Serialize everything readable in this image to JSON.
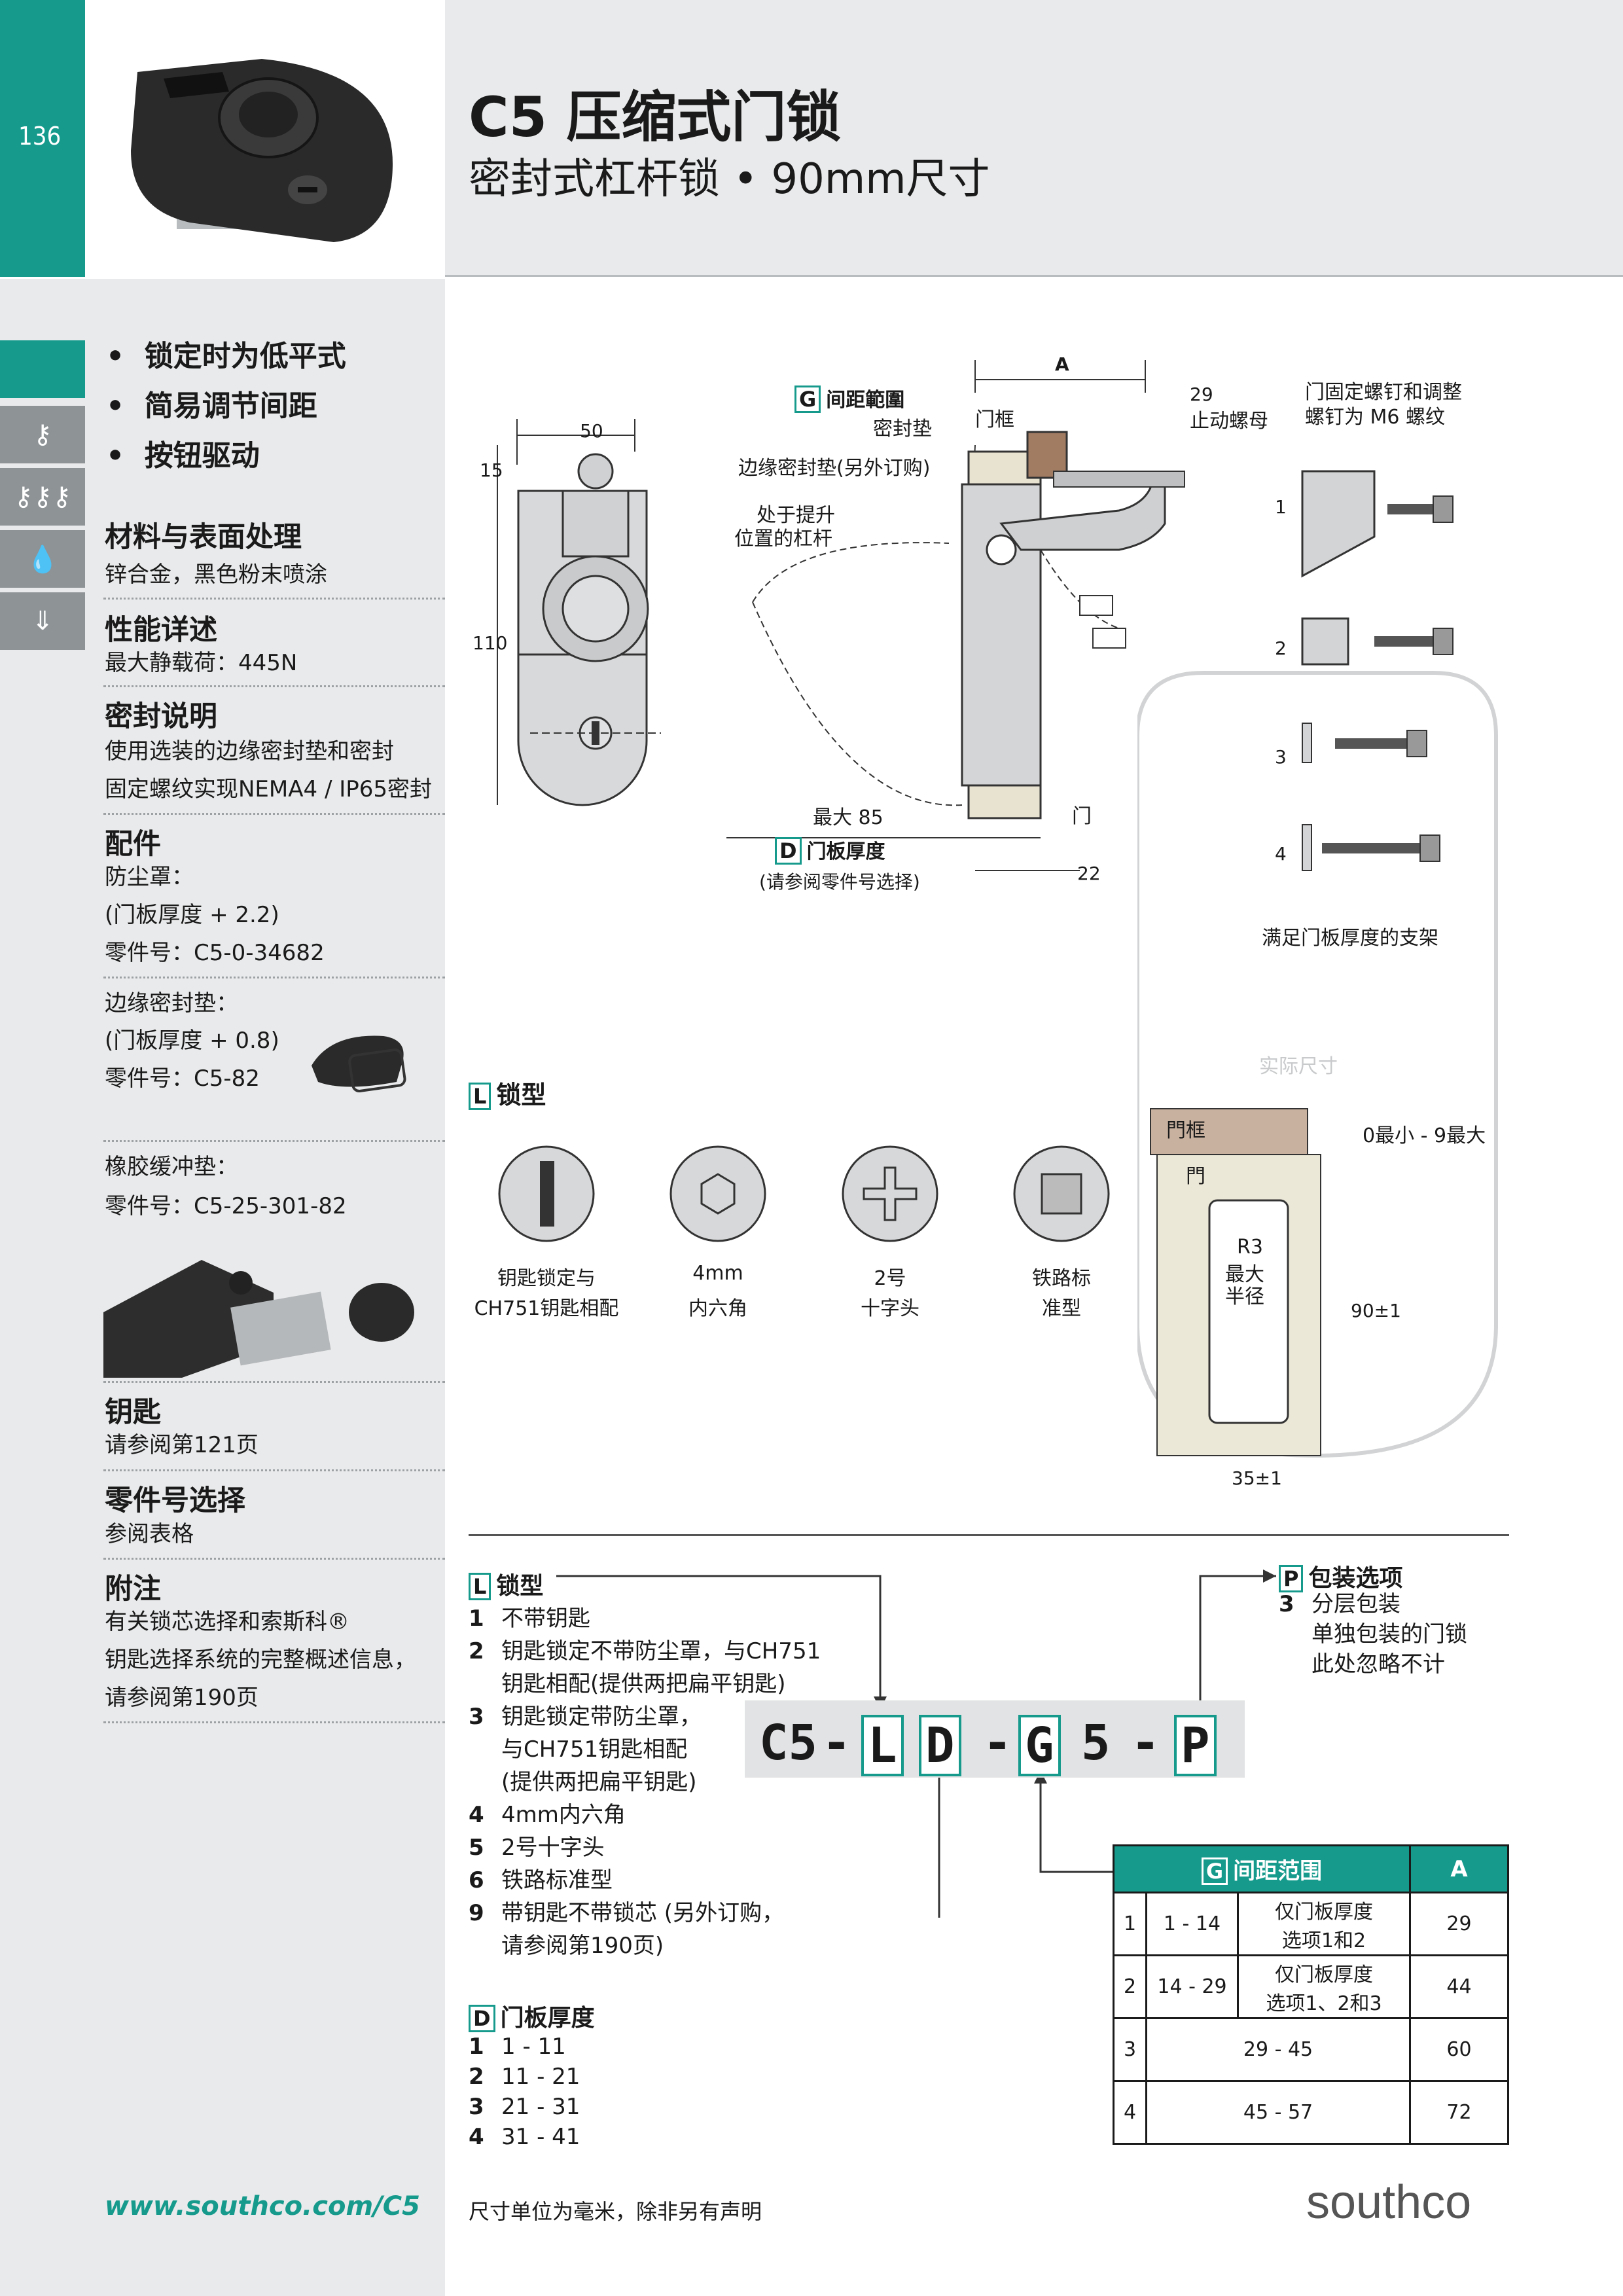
{
  "page_number": "136",
  "title": "C5 压缩式门锁",
  "subtitle": "密封式杠杆锁 • 90mm尺寸",
  "features": [
    "锁定时为低平式",
    "简易调节间距",
    "按钮驱动"
  ],
  "sections": {
    "material_h": "材料与表面处理",
    "material": "锌合金，黑色粉末喷涂",
    "perf_h": "性能详述",
    "perf": "最大静载荷：445N",
    "seal_h": "密封说明",
    "seal_1": "使用选装的边缘密封垫和密封",
    "seal_2": "固定螺纹实现NEMA4 / IP65密封",
    "acc_h": "配件",
    "dust_h": "防尘罩：",
    "dust_1": "(门板厚度 + 2.2)",
    "dust_2": "零件号：C5-0-34682",
    "edge_h": "边缘密封垫：",
    "edge_1": "(门板厚度 + 0.8)",
    "edge_2": "零件号：C5-82",
    "bump_h": "橡胶缓冲垫：",
    "bump_1": "零件号：C5-25-301-82",
    "key_h": "钥匙",
    "key": "请参阅第121页",
    "pn_h": "零件号选择",
    "pn": "参阅表格",
    "note_h": "附注",
    "note_1": "有关锁芯选择和索斯科®",
    "note_2": "钥匙选择系统的完整概述信息，",
    "note_3": "请参阅第190页"
  },
  "drawing": {
    "dim_50": "50",
    "dim_15": "15",
    "dim_110": "110",
    "gap_label": "间距範圍",
    "seal_gasket": "密封垫",
    "frame": "门框",
    "edge_gasket": "边缘密封垫(另外订购)",
    "raised_1": "处于提升",
    "raised_2": "位置的杠杆",
    "dim_A": "A",
    "dim_29": "29",
    "stop_nut": "止动螺母",
    "screw_1": "门固定螺钉和调整",
    "screw_2": "螺钉为 M6 螺纹",
    "max85": "最大 85",
    "door": "门",
    "thick_label": "门板厚度",
    "thick_note": "(请参阅零件号选择)",
    "dim_22": "22",
    "bracket_nums": [
      "1",
      "2",
      "3",
      "4"
    ],
    "bracket_caption": "满足门板厚度的支架",
    "actual_size": "实际尺寸",
    "frame2": "門框",
    "door2": "門",
    "range": "0最小 - 9最大",
    "r3_1": "R3",
    "r3_2": "最大",
    "r3_3": "半径",
    "dim_90": "90±1",
    "dim_35": "35±1"
  },
  "lock_types_label": "锁型",
  "lock_types": [
    {
      "l1": "钥匙锁定与",
      "l2": "CH751钥匙相配"
    },
    {
      "l1": "4mm",
      "l2": "内六角"
    },
    {
      "l1": "2号",
      "l2": "十字头"
    },
    {
      "l1": "铁路标",
      "l2": "准型"
    }
  ],
  "code": {
    "c5": "C5",
    "dash": "-",
    "L": "L",
    "D": "D",
    "G": "G",
    "five": "5",
    "P": "P"
  },
  "L_list": {
    "title": "锁型",
    "items": [
      {
        "n": "1",
        "t": "不带钥匙"
      },
      {
        "n": "2",
        "t": "钥匙锁定不带防尘罩，与CH751"
      },
      {
        "n": "",
        "t": "钥匙相配(提供两把扁平钥匙)"
      },
      {
        "n": "3",
        "t": "钥匙锁定带防尘罩，"
      },
      {
        "n": "",
        "t": "与CH751钥匙相配"
      },
      {
        "n": "",
        "t": "(提供两把扁平钥匙)"
      },
      {
        "n": "4",
        "t": "4mm内六角"
      },
      {
        "n": "5",
        "t": "2号十字头"
      },
      {
        "n": "6",
        "t": "铁路标准型"
      },
      {
        "n": "9",
        "t": "带钥匙不带锁芯 (另外订购，"
      },
      {
        "n": "",
        "t": "请参阅第190页)"
      }
    ]
  },
  "D_list": {
    "title": "门板厚度",
    "items": [
      {
        "n": "1",
        "t": "1 - 11"
      },
      {
        "n": "2",
        "t": "11 - 21"
      },
      {
        "n": "3",
        "t": "21 - 31"
      },
      {
        "n": "4",
        "t": "31 - 41"
      }
    ]
  },
  "P_list": {
    "title": "包装选项",
    "n": "3",
    "t1": "分层包装",
    "t2": "单独包装的门锁",
    "t3": "此处忽略不计"
  },
  "G_table": {
    "h1": "间距范围",
    "h2": "A",
    "rows": [
      {
        "n": "1",
        "r": "1 - 14",
        "d1": "仅门板厚度",
        "d2": "选项1和2",
        "a": "29"
      },
      {
        "n": "2",
        "r": "14 - 29",
        "d1": "仅门板厚度",
        "d2": "选项1、2和3",
        "a": "44"
      },
      {
        "n": "3",
        "r": "29 - 45",
        "a": "60"
      },
      {
        "n": "4",
        "r": "45 - 57",
        "a": "72"
      }
    ]
  },
  "url": "www.southco.com/C5",
  "units_note": "尺寸单位为毫米，除非另有声明",
  "logo": "southco",
  "colors": {
    "teal": "#159a8c",
    "grey": "#e9eaeb",
    "icon_grey": "#8e9396"
  }
}
